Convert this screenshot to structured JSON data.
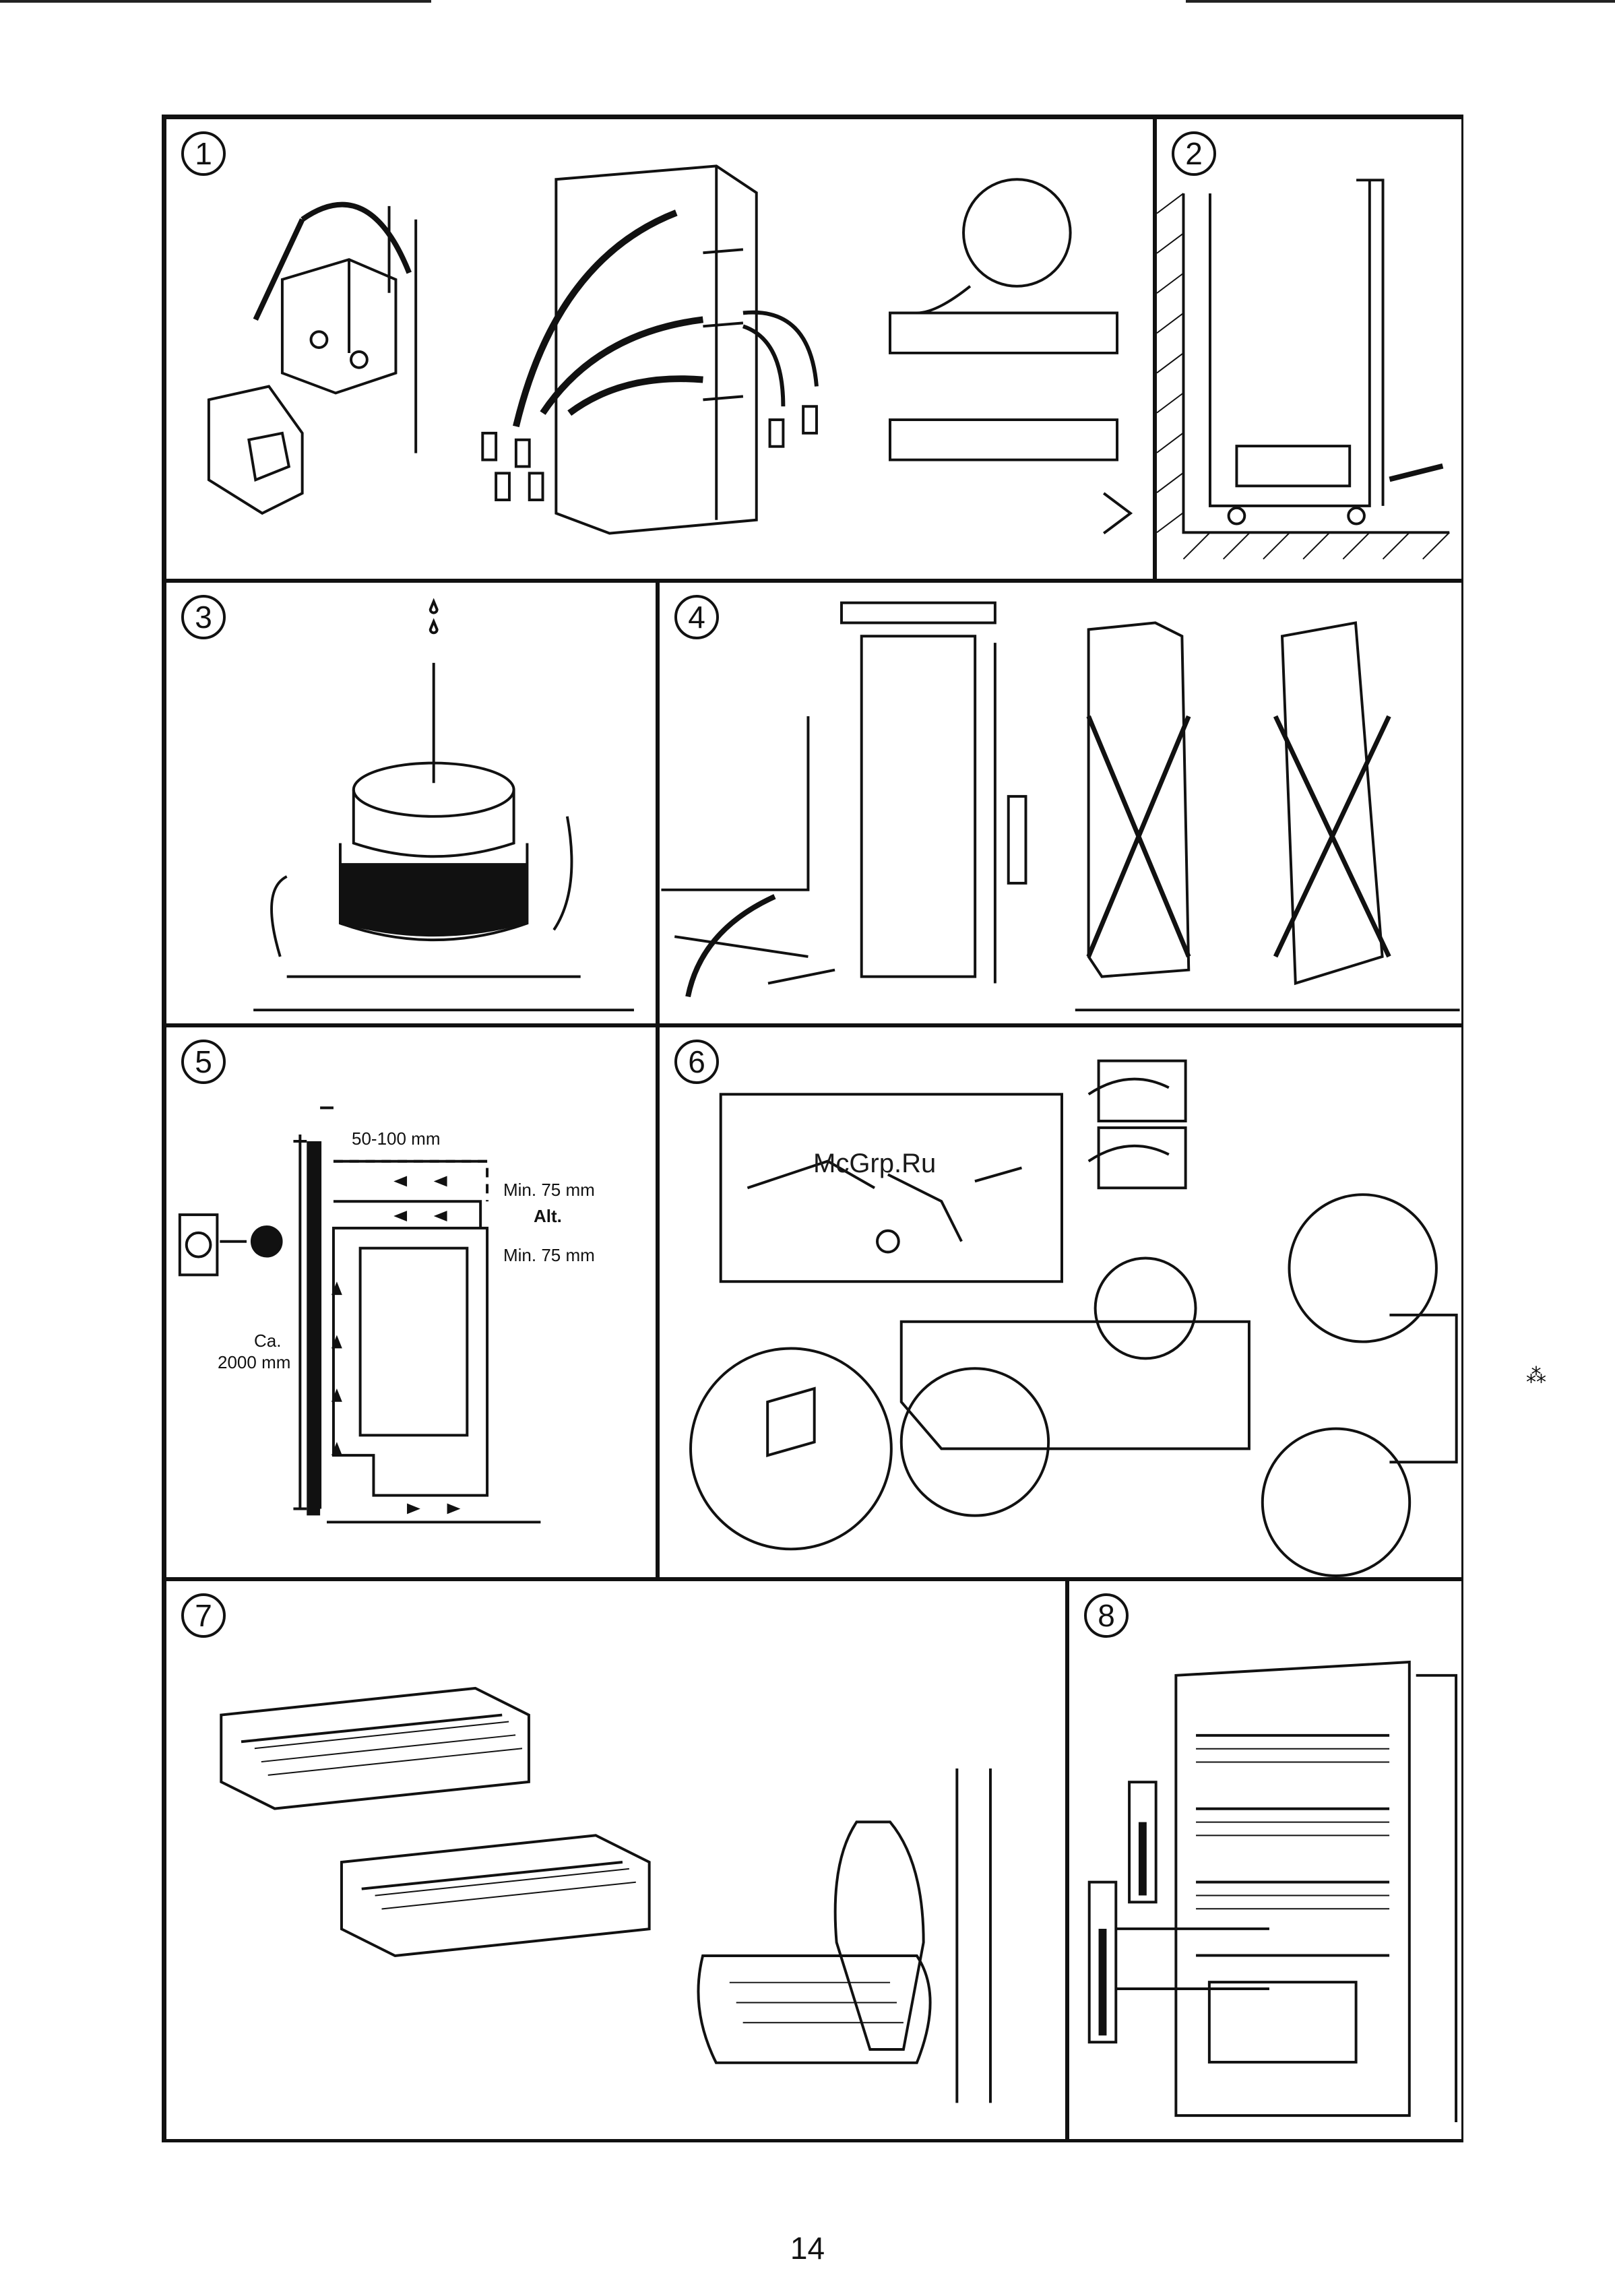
{
  "panels": {
    "p1": {
      "number": "1"
    },
    "p2": {
      "number": "2"
    },
    "p3": {
      "number": "3"
    },
    "p4": {
      "number": "4"
    },
    "p5": {
      "number": "5",
      "gap_label": "50-100 mm",
      "min_top": "Min. 75 mm",
      "alt": "Alt.",
      "min_bottom": "Min. 75 mm",
      "height_label_1": "Ca.",
      "height_label_2": "2000 mm"
    },
    "p6": {
      "number": "6",
      "watermark": "McGrp.Ru"
    },
    "p7": {
      "number": "7"
    },
    "p8": {
      "number": "8"
    }
  },
  "page_number": "14"
}
